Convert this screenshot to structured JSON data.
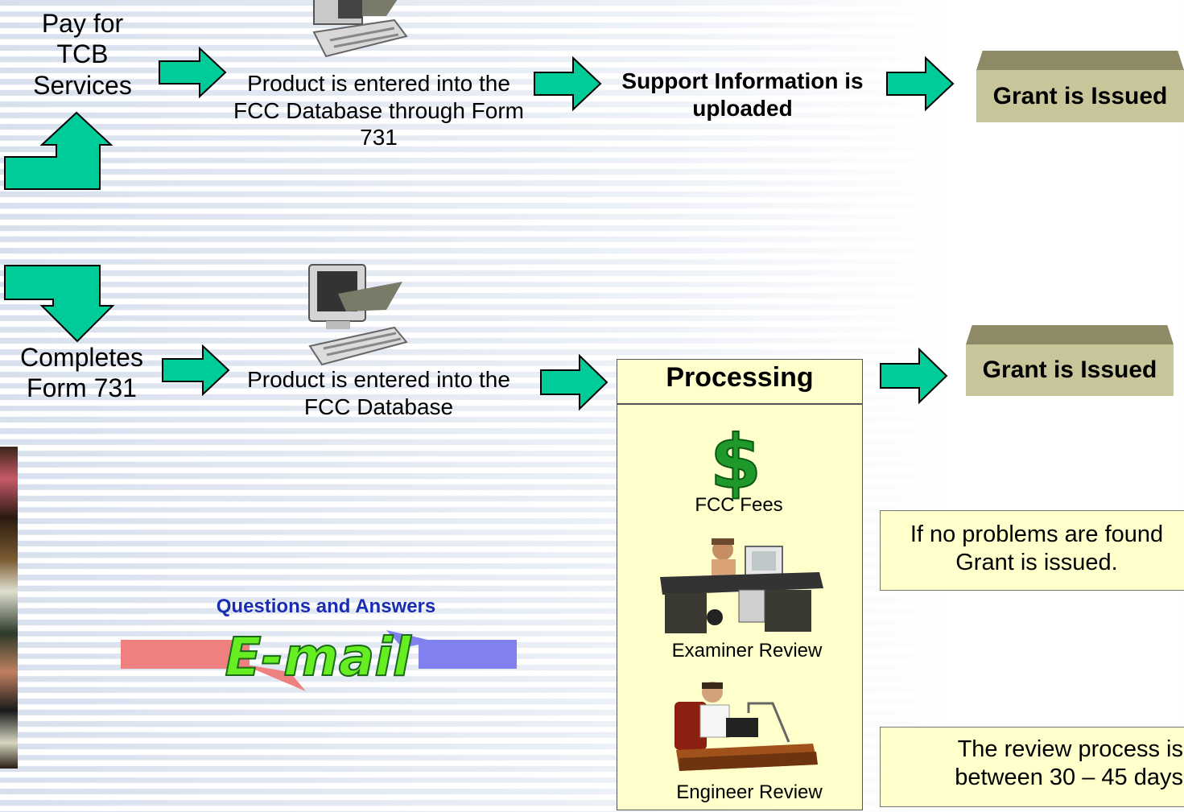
{
  "top_row": {
    "pay_label": "Pay for TCB Services",
    "entered_label": "Product is entered into the FCC Database through Form 731",
    "support_label": "Support Information is uploaded",
    "grant_label": "Grant is Issued"
  },
  "bottom_row": {
    "completes_label": "Completes Form 731",
    "entered_label": "Product is entered into the FCC Database",
    "grant_label": "Grant is Issued"
  },
  "processing": {
    "title": "Processing",
    "fees_label": "FCC Fees",
    "examiner_label": "Examiner Review",
    "engineer_label": "Engineer Review"
  },
  "notes": {
    "no_problems": "If no problems are found Grant is issued.",
    "review_time": "The review process is between 30 – 45 days"
  },
  "email_link": {
    "label": "Questions and Answers",
    "logo_text": "E-mail"
  },
  "colors": {
    "arrow_fill": "#00cc99",
    "box_fill": "#ffffcc",
    "grant_fill": "#c9c59a",
    "link_color": "#1a2db0"
  }
}
